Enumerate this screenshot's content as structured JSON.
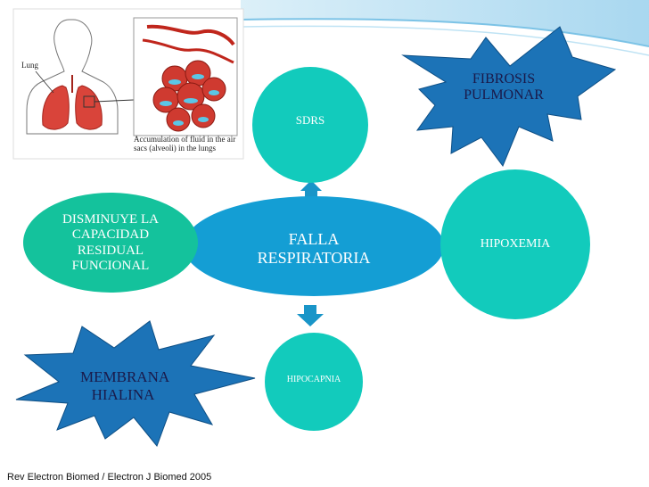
{
  "diagram": {
    "center": "FALLA RESPIRATORIA",
    "top": "SDRS",
    "bottom": "HIPOCAPNIA",
    "right": "HIPOXEMIA",
    "left": "DISMINUYE LA CAPACIDAD RESIDUAL FUNCIONAL",
    "burst_top": "FIBROSIS PULMONAR",
    "burst_bottom": "MEMBRANA HIALINA"
  },
  "illustration": {
    "lung_label": "Lung",
    "caption": "Accumulation of fluid in the air sacs (alveoli) in the lungs"
  },
  "citation": "Rev Electron Biomed / Electron J Biomed 2005",
  "colors": {
    "center": "#149ed4",
    "teal": "#12cbbc",
    "green": "#14c29c",
    "burst": "#1c73b7",
    "arrow": "#1995c8",
    "background": "#ffffff"
  }
}
